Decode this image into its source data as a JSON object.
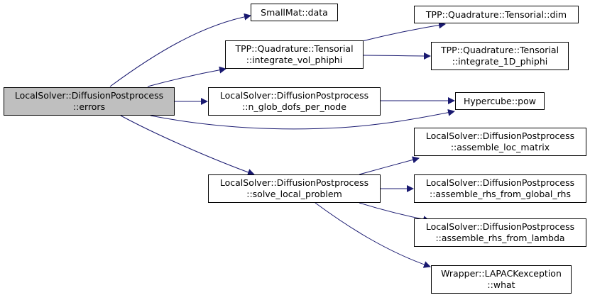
{
  "colors": {
    "edge": "#191970",
    "root_fill": "#bfbfbf",
    "node_fill": "#ffffff",
    "border": "#000000"
  },
  "nodes": {
    "root": {
      "line1": "LocalSolver::DiffusionPostprocess",
      "line2": "::errors"
    },
    "smallmat_data": {
      "line1": "SmallMat::data"
    },
    "tensorial_vol": {
      "line1": "TPP::Quadrature::Tensorial",
      "line2": "::integrate_vol_phiphi"
    },
    "n_glob_dofs": {
      "line1": "LocalSolver::DiffusionPostprocess",
      "line2": "::n_glob_dofs_per_node"
    },
    "solve_local": {
      "line1": "LocalSolver::DiffusionPostprocess",
      "line2": "::solve_local_problem"
    },
    "tensorial_dim": {
      "line1": "TPP::Quadrature::Tensorial::dim"
    },
    "tensorial_1d": {
      "line1": "TPP::Quadrature::Tensorial",
      "line2": "::integrate_1D_phiphi"
    },
    "hypercube_pow": {
      "line1": "Hypercube::pow"
    },
    "assemble_loc": {
      "line1": "LocalSolver::DiffusionPostprocess",
      "line2": "::assemble_loc_matrix"
    },
    "assemble_rhs_global": {
      "line1": "LocalSolver::DiffusionPostprocess",
      "line2": "::assemble_rhs_from_global_rhs"
    },
    "assemble_rhs_lambda": {
      "line1": "LocalSolver::DiffusionPostprocess",
      "line2": "::assemble_rhs_from_lambda"
    },
    "lapack_what": {
      "line1": "Wrapper::LAPACKexception",
      "line2": "::what"
    }
  },
  "edges": [
    [
      "root",
      "smallmat_data"
    ],
    [
      "root",
      "tensorial_vol"
    ],
    [
      "root",
      "n_glob_dofs"
    ],
    [
      "root",
      "hypercube_pow"
    ],
    [
      "root",
      "solve_local"
    ],
    [
      "tensorial_vol",
      "tensorial_dim"
    ],
    [
      "tensorial_vol",
      "tensorial_1d"
    ],
    [
      "n_glob_dofs",
      "hypercube_pow"
    ],
    [
      "solve_local",
      "assemble_loc"
    ],
    [
      "solve_local",
      "assemble_rhs_global"
    ],
    [
      "solve_local",
      "assemble_rhs_lambda"
    ],
    [
      "solve_local",
      "lapack_what"
    ]
  ]
}
